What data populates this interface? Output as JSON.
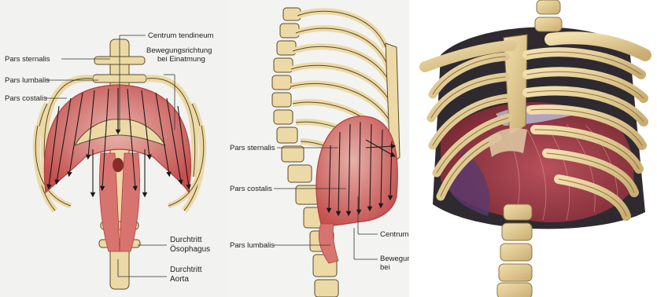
{
  "panel_front": {
    "labels": {
      "centrum_tendineum": "Centrum tendineum",
      "pars_sternalis": "Pars sternalis",
      "bewegung_line1": "Bewegungsrichtung",
      "bewegung_line2": "bei Einatmung",
      "pars_lumbalis": "Pars lumbalis",
      "pars_costalis": "Pars costalis",
      "durchtritt_oesophagus_line1": "Durchtritt",
      "durchtritt_oesophagus_line2": "Ösophagus",
      "durchtritt_aorta_line1": "Durchtritt",
      "durchtritt_aorta_line2": "Aorta"
    }
  },
  "panel_side": {
    "labels": {
      "pars_sternalis": "Pars sternalis",
      "pars_costalis": "Pars costalis",
      "pars_lumbalis": "Pars lumbalis",
      "centrum_truncated": "Centrum",
      "bewegung_truncated_line1": "Bewegun",
      "bewegung_truncated_line2": "bei"
    }
  },
  "colors": {
    "bone": "#ecd9a6",
    "bone_outline": "#5a4a2a",
    "muscle": "#c9595a",
    "muscle_light": "#e4a9a2",
    "arrow": "#1a1a1a",
    "background": "#f2f2f0"
  }
}
